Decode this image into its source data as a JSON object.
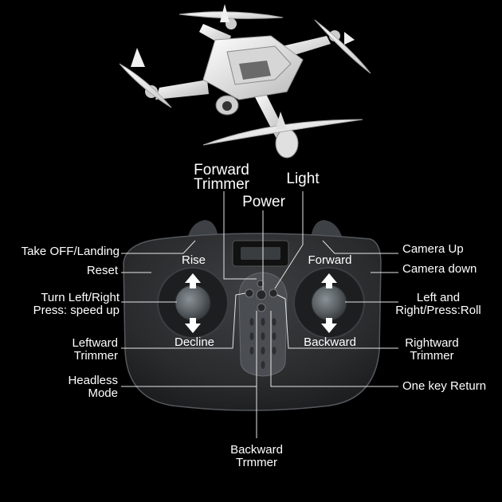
{
  "labels": {
    "forward_trimmer": "Forward\nTrimmer",
    "light": "Light",
    "power": "Power",
    "take_off_landing": "Take OFF/Landing",
    "reset": "Reset",
    "turn_left_right": "Turn Left/Right\nPress: speed up",
    "leftward_trimmer": "Leftward\nTrimmer",
    "headless_mode": "Headless\nMode",
    "backward_trimmer": "Backward\nTrmmer",
    "camera_up": "Camera Up",
    "camera_down": "Camera down",
    "left_right_roll": "Left and\nRight/Press:Roll",
    "rightward_trimmer": "Rightward\nTrimmer",
    "one_key_return": "One key Return",
    "rise": "Rise",
    "decline": "Decline",
    "forward": "Forward",
    "backward": "Backward"
  },
  "colors": {
    "background": "#000000",
    "controller_body": "#2a2b2d",
    "controller_top": "#3b3c3f",
    "drone_body": "#e8e8e8",
    "text": "#ffffff"
  }
}
